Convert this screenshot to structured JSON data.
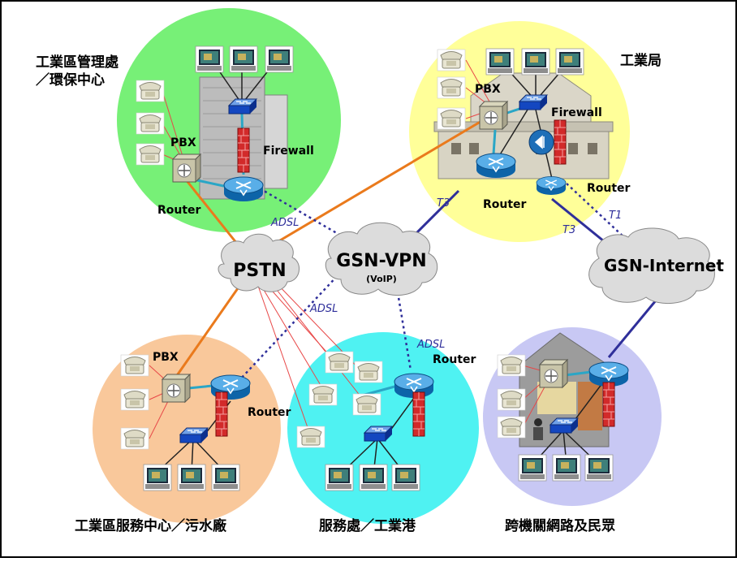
{
  "sites": {
    "industrial_zone": {
      "label_line1": "工業區管理處",
      "label_line2": "／環保中心"
    },
    "bureau": {
      "label": "工業局"
    },
    "service_center": {
      "label": "工業區服務中心／污水廠"
    },
    "service_office": {
      "label": "服務處／工業港"
    },
    "cross_agency": {
      "label": "跨機關網路及民眾"
    }
  },
  "clouds": {
    "pstn": {
      "label": "PSTN"
    },
    "gsn_vpn": {
      "label": "GSN-VPN",
      "sublabel": "(VoIP)"
    },
    "gsn_internet": {
      "label": "GSN-Internet"
    }
  },
  "device_labels": {
    "pbx": "PBX",
    "firewall": "Firewall",
    "router": "Router"
  },
  "link_labels": {
    "adsl": "ADSL",
    "t3": "T3",
    "t1": "T1"
  },
  "colors": {
    "zone_green": "#77f077",
    "zone_yellow": "#ffff99",
    "zone_orange": "#f9c89b",
    "zone_cyan": "#4ff2f2",
    "zone_lavender": "#c8c8f4",
    "pstn_link": "#ea7a1c",
    "phone_link": "#e84848",
    "vpn_link": "#2f2f9a",
    "lan_link": "#2aa6c6"
  }
}
